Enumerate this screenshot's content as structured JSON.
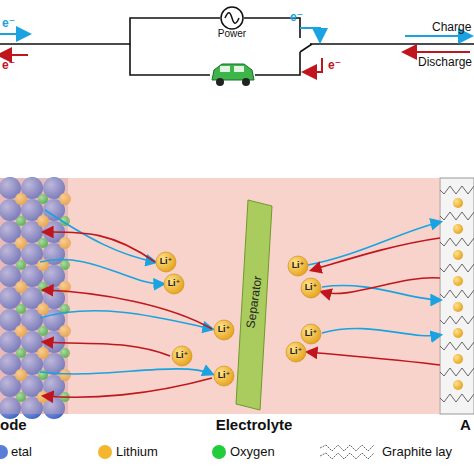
{
  "diagram": {
    "nodes": [
      {
        "text": [
          "Power"
        ]
      },
      {
        "text": [
          "ode"
        ]
      },
      {
        "text": [
          "Electrolyte"
        ]
      },
      {
        "text": [
          "Separator"
        ],
        "in": 2
      },
      {
        "text": [
          "A"
        ]
      }
    ],
    "labels": [
      "e⁻",
      "e⁻",
      "Charge",
      "e⁻",
      "e⁻",
      "Discharge",
      "Li⁺",
      "Li⁺",
      "Li⁺",
      "Li⁺",
      "Li⁺",
      "Li⁺",
      "Li⁺",
      "Li⁺",
      "Li⁺"
    ],
    "legend": [
      {
        "text": "etal",
        "color": "#5a7ed8"
      },
      {
        "text": "Lithium",
        "color": "#f3b62c"
      },
      {
        "text": "Oxygen",
        "color": "#22cc3a"
      },
      {
        "text": "Graphite lay"
      }
    ]
  }
}
